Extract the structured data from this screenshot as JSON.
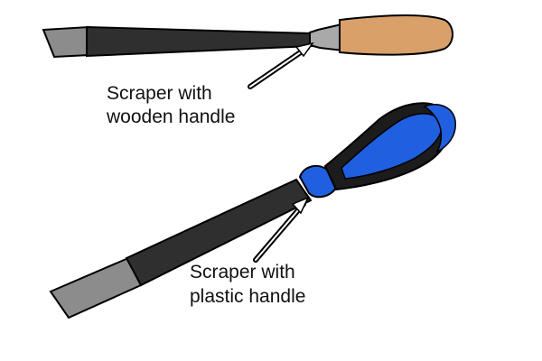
{
  "labels": {
    "wooden": {
      "line1": "Scraper with",
      "line2": "wooden handle"
    },
    "plastic": {
      "line1": "Scraper with",
      "line2": "plastic handle"
    }
  },
  "colors": {
    "background": "#ffffff",
    "blade_dark": "#2f2f2f",
    "blade_tip": "#8c8c8c",
    "ferrule": "#a9a9a9",
    "wood_handle": "#d9a06a",
    "plastic_blue": "#1f5fe0",
    "plastic_black": "#1c1c1c"
  }
}
